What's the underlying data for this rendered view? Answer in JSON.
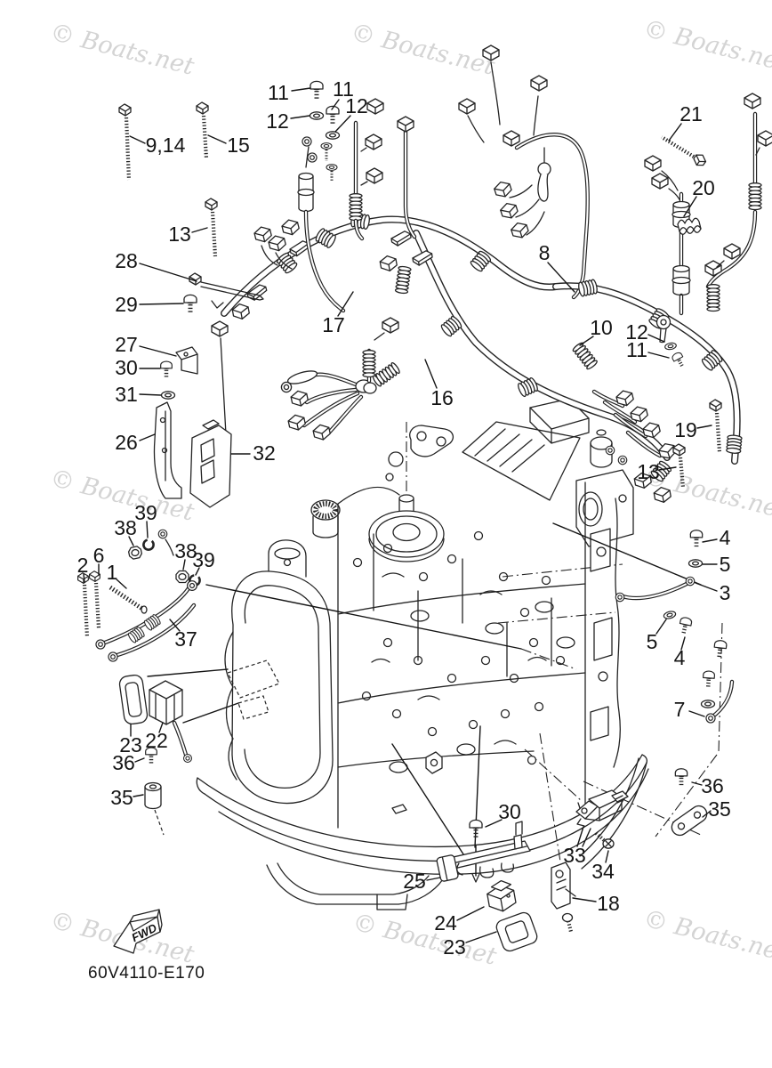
{
  "watermark": {
    "text": "© Boats.net",
    "color": "#d4d4d4"
  },
  "footer": {
    "diagram_code": "60V4110-E170"
  },
  "fwd_badge": {
    "label": "FWD"
  },
  "colors": {
    "line": "#242424",
    "background": "#ffffff",
    "watermark": "#d4d4d4"
  },
  "callouts": [
    {
      "label": "9,14"
    },
    {
      "label": "15"
    },
    {
      "label": "11"
    },
    {
      "label": "12"
    },
    {
      "label": "11"
    },
    {
      "label": "12"
    },
    {
      "label": "13"
    },
    {
      "label": "28"
    },
    {
      "label": "29"
    },
    {
      "label": "27"
    },
    {
      "label": "30"
    },
    {
      "label": "31"
    },
    {
      "label": "26"
    },
    {
      "label": "32"
    },
    {
      "label": "17"
    },
    {
      "label": "16"
    },
    {
      "label": "8"
    },
    {
      "label": "21"
    },
    {
      "label": "20"
    },
    {
      "label": "10"
    },
    {
      "label": "12"
    },
    {
      "label": "11"
    },
    {
      "label": "19"
    },
    {
      "label": "13"
    },
    {
      "label": "4"
    },
    {
      "label": "5"
    },
    {
      "label": "3"
    },
    {
      "label": "5"
    },
    {
      "label": "4"
    },
    {
      "label": "7"
    },
    {
      "label": "38"
    },
    {
      "label": "39"
    },
    {
      "label": "38"
    },
    {
      "label": "39"
    },
    {
      "label": "6"
    },
    {
      "label": "2"
    },
    {
      "label": "1"
    },
    {
      "label": "37"
    },
    {
      "label": "23"
    },
    {
      "label": "22"
    },
    {
      "label": "36"
    },
    {
      "label": "35"
    },
    {
      "label": "30"
    },
    {
      "label": "25"
    },
    {
      "label": "24"
    },
    {
      "label": "23"
    },
    {
      "label": "33"
    },
    {
      "label": "34"
    },
    {
      "label": "18"
    },
    {
      "label": "36"
    },
    {
      "label": "35"
    }
  ]
}
